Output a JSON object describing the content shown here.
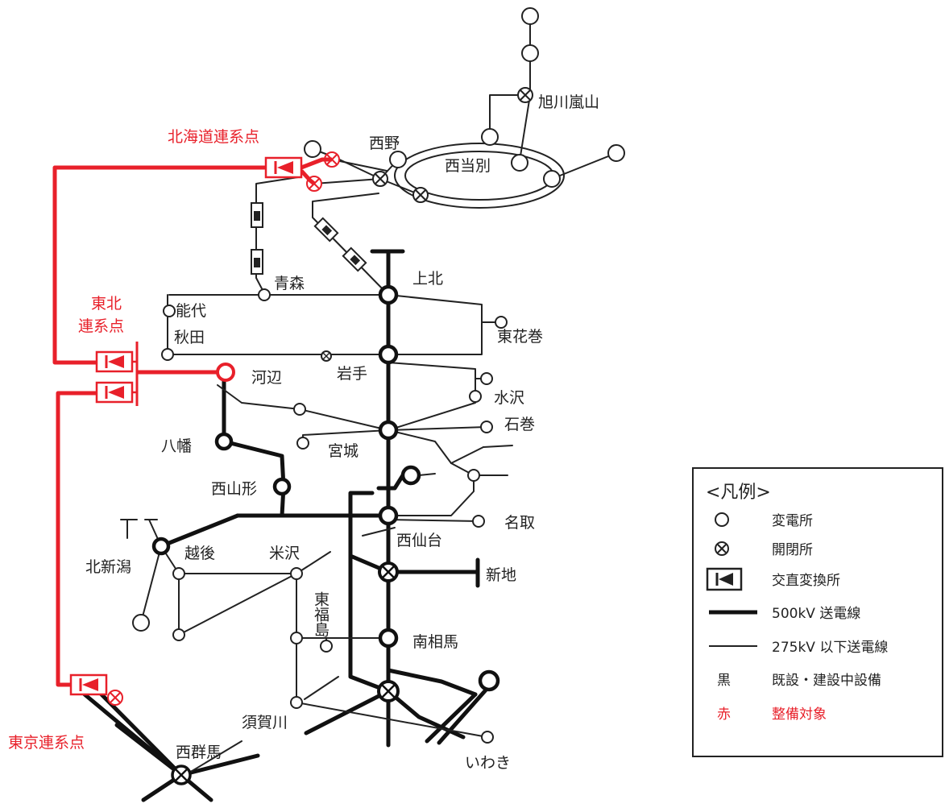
{
  "colors": {
    "existing": "#111111",
    "target": "#e8202a",
    "background": "#ffffff"
  },
  "labels": {
    "asahikawa_ranzan": "旭川嵐山",
    "nishino": "西野",
    "nishi_tobetsu": "西当別",
    "hokkaido_link": "北海道連系点",
    "aomori": "青森",
    "kamikita": "上北",
    "tohoku_link_1": "東北",
    "tohoku_link_2": "連系点",
    "noshiro": "能代",
    "akita": "秋田",
    "higashi_hanamaki": "東花巻",
    "kawabe": "河辺",
    "iwate": "岩手",
    "mizusawa": "水沢",
    "ishinomaki": "石巻",
    "yahata": "八幡",
    "miyagi": "宮城",
    "nishi_yamagata": "西山形",
    "natori": "名取",
    "nishi_sendai": "西仙台",
    "echigo": "越後",
    "yonezawa": "米沢",
    "kita_niigata": "北新潟",
    "shinchi": "新地",
    "higashi_fukushima": "東福島",
    "minami_soma": "南相馬",
    "sukagawa": "須賀川",
    "tokyo_link": "東京連系点",
    "nishi_gunma": "西群馬",
    "iwaki": "いわき"
  },
  "legend": {
    "title": "<凡例>",
    "items": [
      {
        "symbol": "substation-icon",
        "text": "変電所"
      },
      {
        "symbol": "switching-station-icon",
        "text": "開閉所"
      },
      {
        "symbol": "ac-dc-converter-icon",
        "text": "交直変換所"
      },
      {
        "symbol": "line-500kv-icon",
        "text": "500kV 送電線"
      },
      {
        "symbol": "line-275kv-icon",
        "text": "275kV 以下送電線"
      },
      {
        "symbol": "black-text",
        "key": "黒",
        "text": "既設・建設中設備"
      },
      {
        "symbol": "red-text",
        "key": "赤",
        "text": "整備対象"
      }
    ]
  }
}
